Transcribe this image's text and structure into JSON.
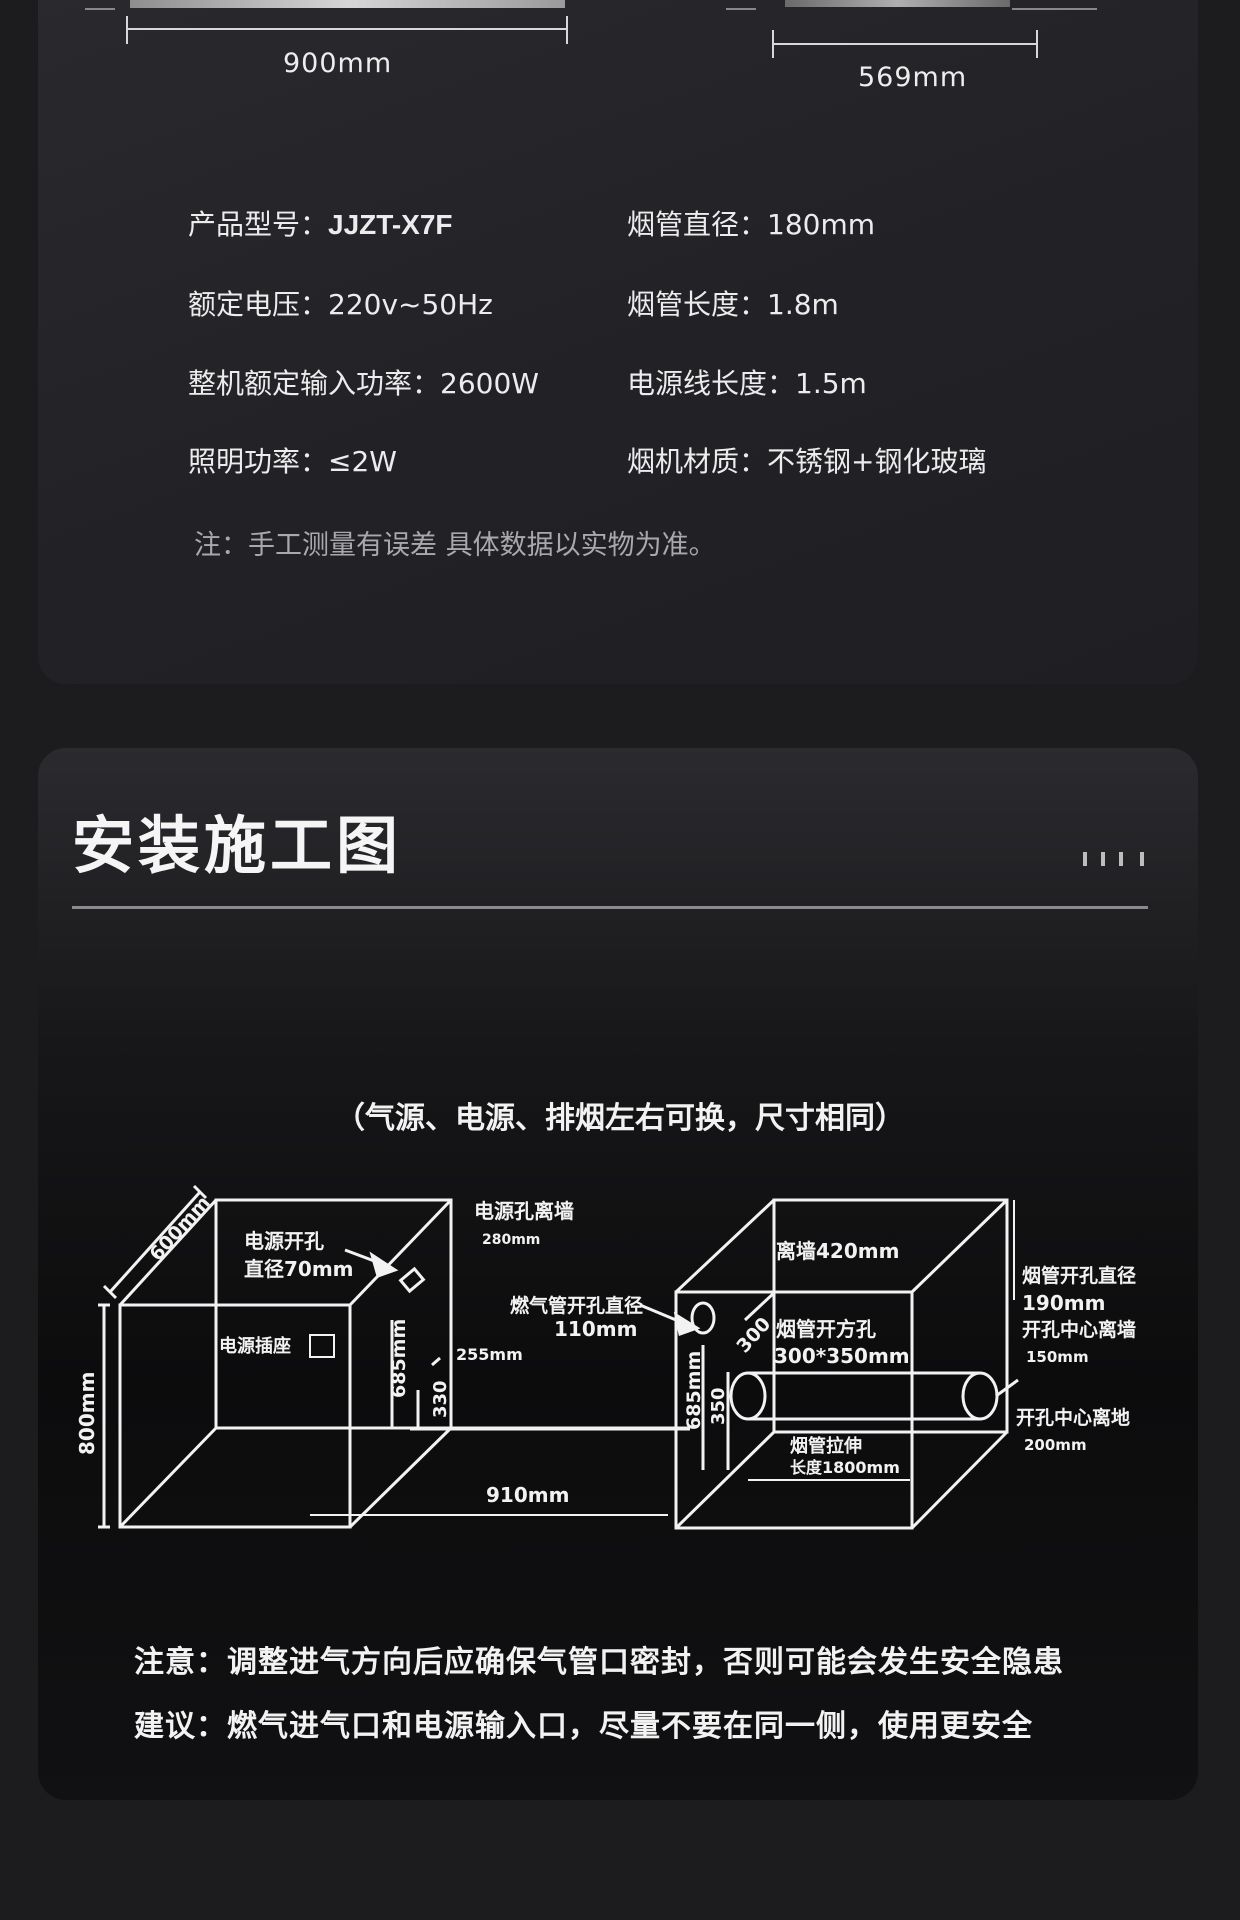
{
  "dimensions": {
    "width_label": "900mm",
    "depth_label": "569mm"
  },
  "specs": [
    {
      "key": "产品型号：",
      "value": "JJZT-X7F"
    },
    {
      "key": "烟管直径：",
      "value": "180mm"
    },
    {
      "key": "额定电压：",
      "value": "220v~50Hz"
    },
    {
      "key": "烟管长度：",
      "value": "1.8m"
    },
    {
      "key": "整机额定输入功率：",
      "value": "2600W"
    },
    {
      "key": "电源线长度：",
      "value": "1.5m"
    },
    {
      "key": "照明功率：",
      "value": "≤2W"
    },
    {
      "key": "烟机材质：",
      "value": "不锈钢+钢化玻璃"
    }
  ],
  "spec_note": "注：手工测量有误差 具体数据以实物为准。",
  "install": {
    "title": "安装施工图",
    "subtitle": "（气源、电源、排烟左右可换，尺寸相同）",
    "diagram_labels": {
      "depth": "600mm",
      "height": "800mm",
      "power_hole": "电源开孔",
      "power_hole_dia": "直径70mm",
      "power_socket": "电源插座",
      "power_hole_wall": "电源孔离墙",
      "power_hole_wall_val": "280mm",
      "h685_left": "685mm",
      "h330": "330",
      "h255": "255mm",
      "w910": "910mm",
      "gas_hole": "燃气管开孔直径",
      "gas_hole_val": "110mm",
      "wall420": "离墙420mm",
      "d300": "300",
      "h685_right": "685mm",
      "h350": "350",
      "flue_square": "烟管开方孔",
      "flue_square_val": "300*350mm",
      "flue_extend": "烟管拉伸",
      "flue_extend_val": "长度1800mm",
      "flue_hole_dia": "烟管开孔直径",
      "flue_hole_dia_val": "190mm",
      "hole_center_wall": "开孔中心离墙",
      "hole_center_wall_val": "150mm",
      "hole_center_floor": "开孔中心离地",
      "hole_center_floor_val": "200mm"
    },
    "notice": "注意：调整进气方向后应确保气管口密封，否则可能会发生安全隐患",
    "advice": "建议：燃气进气口和电源输入口，尽量不要在同一侧，使用更安全"
  },
  "colors": {
    "background": "#1c1c1f",
    "text": "#ececec",
    "muted": "#a9a9ad"
  }
}
